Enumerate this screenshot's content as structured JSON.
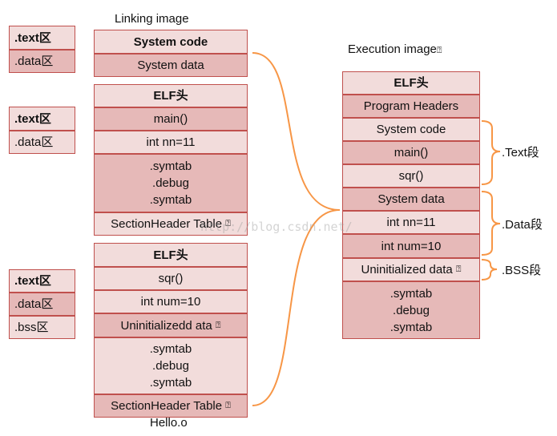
{
  "left_sections": [
    {
      "text": ".text区",
      "data": ".data区"
    },
    {
      "text": ".text区",
      "data": ".data区"
    },
    {
      "text": ".text区",
      "data": ".data区",
      "bss": ".bss区"
    }
  ],
  "linking": {
    "title": "Linking image",
    "system_box": {
      "code": "System code",
      "data": "System data"
    },
    "obj1": {
      "header": "ELF头",
      "func": "main()",
      "var": "int nn=11",
      "symtab": [
        ".symtab",
        ".debug",
        ".symtab"
      ],
      "section_table": "SectionHeader Table"
    },
    "obj2": {
      "header": "ELF头",
      "func": "sqr()",
      "var": "int num=10",
      "uninit": "Uninitializedd ata",
      "symtab": [
        ".symtab",
        ".debug",
        ".symtab"
      ],
      "section_table": "SectionHeader Table",
      "filename": "Hello.o"
    }
  },
  "executable": {
    "title": "Execution image",
    "header": "ELF头",
    "program_headers": "Program Headers",
    "system_code": "System code",
    "main": "main()",
    "sqr": "sqr()",
    "system_data": "System data",
    "nn": "int nn=11",
    "num": "int num=10",
    "uninit": "Uninitialized data",
    "symtab": [
      ".symtab",
      ".debug",
      ".symtab"
    ]
  },
  "segments": {
    "text": ".Text段",
    "data": ".Data段",
    "bss": ".BSS段"
  },
  "watermark": "http://blog.csdn.net/",
  "colors": {
    "border": "#c0504d",
    "light": "#f2dcdb",
    "dark": "#e6b9b8",
    "connector": "#f79646"
  }
}
